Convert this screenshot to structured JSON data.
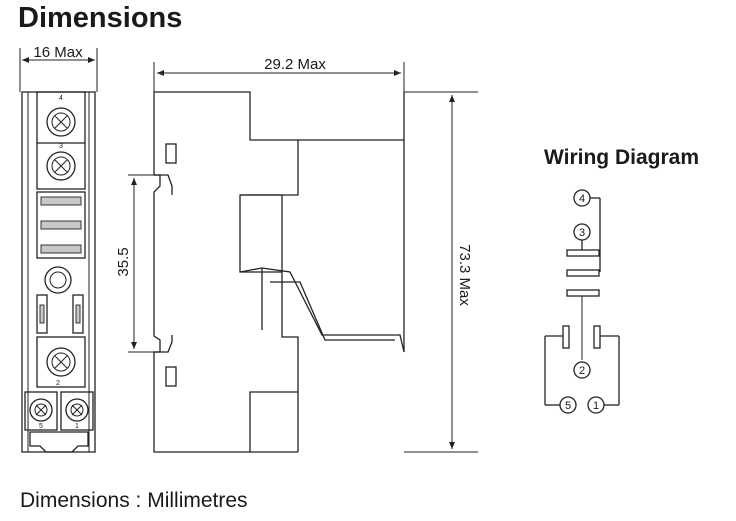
{
  "page": {
    "title": "Dimensions",
    "footer": "Dimensions : Millimetres"
  },
  "dimensions": {
    "width_label": "16 Max",
    "depth_label": "29.2 Max",
    "rail_label": "35.5",
    "height_label": "73.3 Max"
  },
  "front_view": {
    "terminal_labels": [
      "4",
      "3",
      "2",
      "5",
      "1"
    ]
  },
  "wiring": {
    "title": "Wiring Diagram",
    "terminals": [
      "4",
      "3",
      "2",
      "5",
      "1"
    ]
  }
}
